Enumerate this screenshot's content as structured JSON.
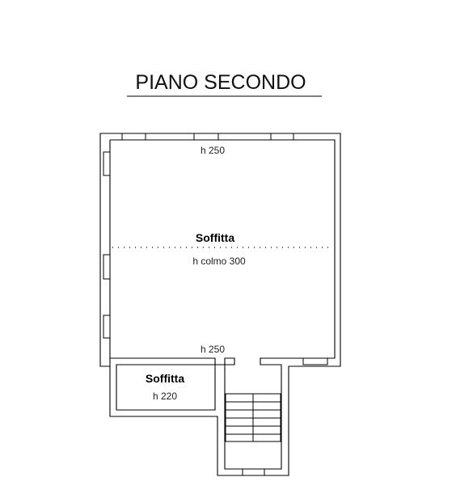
{
  "plan": {
    "title": "PIANO SECONDO",
    "rooms": [
      {
        "name": "Soffitta",
        "height": "h colmo 300"
      },
      {
        "name": "Soffitta",
        "height": "h 220"
      }
    ],
    "height_labels": {
      "top": "h 250",
      "bottom": "h 250"
    }
  }
}
